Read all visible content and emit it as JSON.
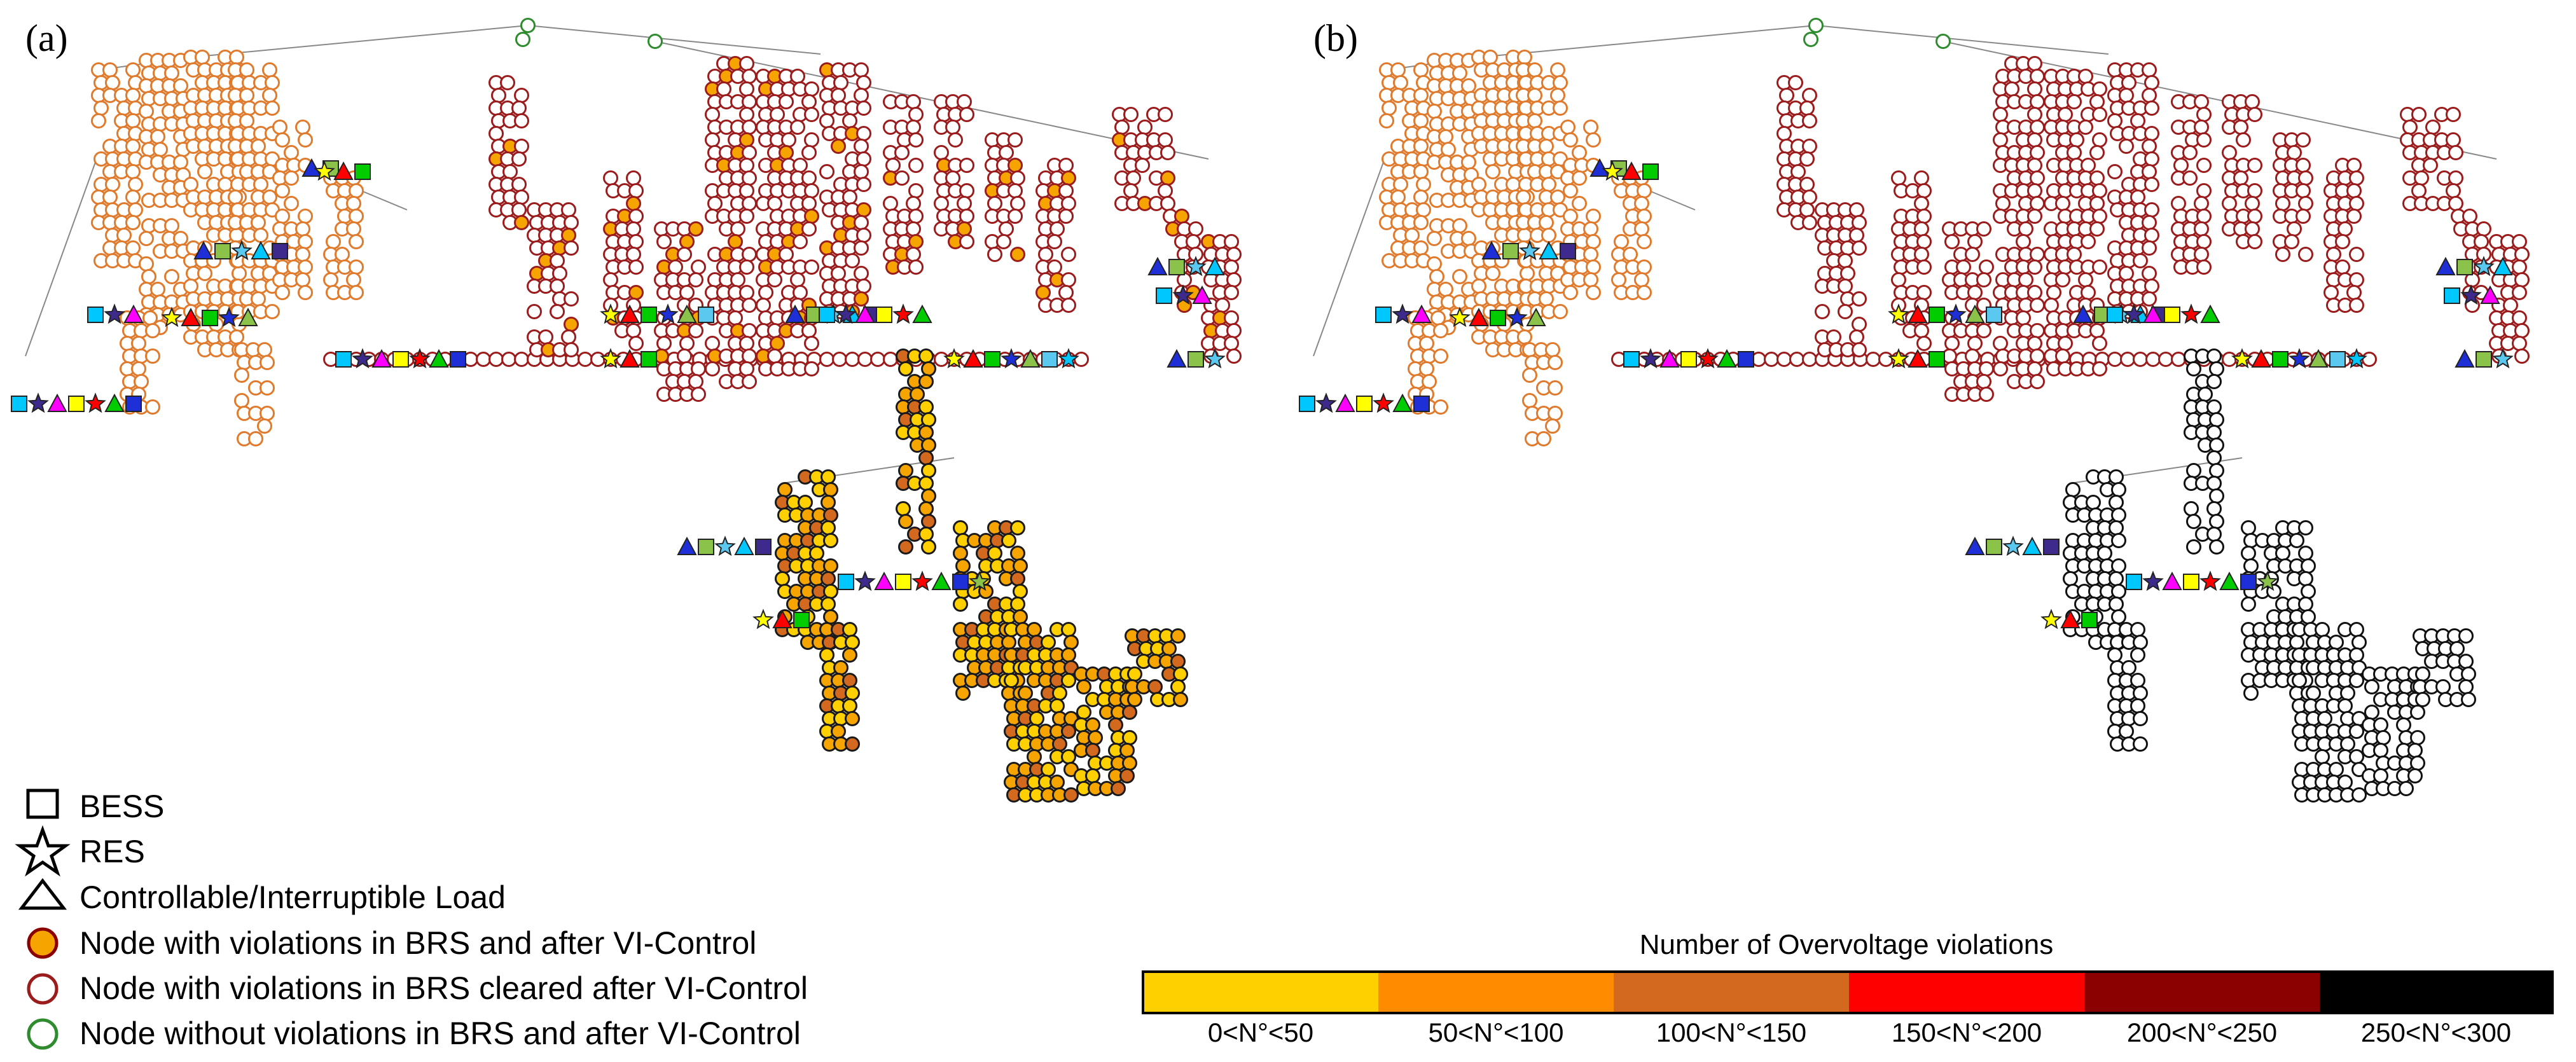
{
  "panels": [
    {
      "label": "(a)",
      "mode": "before"
    },
    {
      "label": "(b)",
      "mode": "after"
    }
  ],
  "legend": {
    "items": [
      {
        "symbol": "square",
        "text": "BESS"
      },
      {
        "symbol": "star",
        "text": "RES"
      },
      {
        "symbol": "triangle",
        "text": "Controllable/Interruptible Load"
      },
      {
        "symbol": "node-filled",
        "text": "Node with violations in BRS and after VI-Control"
      },
      {
        "symbol": "node-darkred",
        "text": "Node with violations in BRS cleared after VI-Control"
      },
      {
        "symbol": "node-green",
        "text": "Node without violations in BRS and after VI-Control"
      }
    ]
  },
  "color_scale": {
    "title": "Number of Overvoltage violations",
    "bins": [
      {
        "label": "0<N°<50",
        "color": "#ffd000"
      },
      {
        "label": "50<N°<100",
        "color": "#ff8c00"
      },
      {
        "label": "100<N°<150",
        "color": "#d2691e"
      },
      {
        "label": "150<N°<200",
        "color": "#ff0000"
      },
      {
        "label": "200<N°<250",
        "color": "#8b0000"
      },
      {
        "label": "250<N°<300",
        "color": "#000000"
      }
    ]
  },
  "colors": {
    "left_region_node": "#e07a2c",
    "cleared_node": "#9b1c1c",
    "green_node": "#2e8b2e",
    "device_palette": [
      "#00c8ff",
      "#3d2a8c",
      "#ff00ff",
      "#ffff00",
      "#ff0000",
      "#00cc00",
      "#1f2fd8",
      "#8bc34a",
      "#5bc8f0"
    ]
  }
}
